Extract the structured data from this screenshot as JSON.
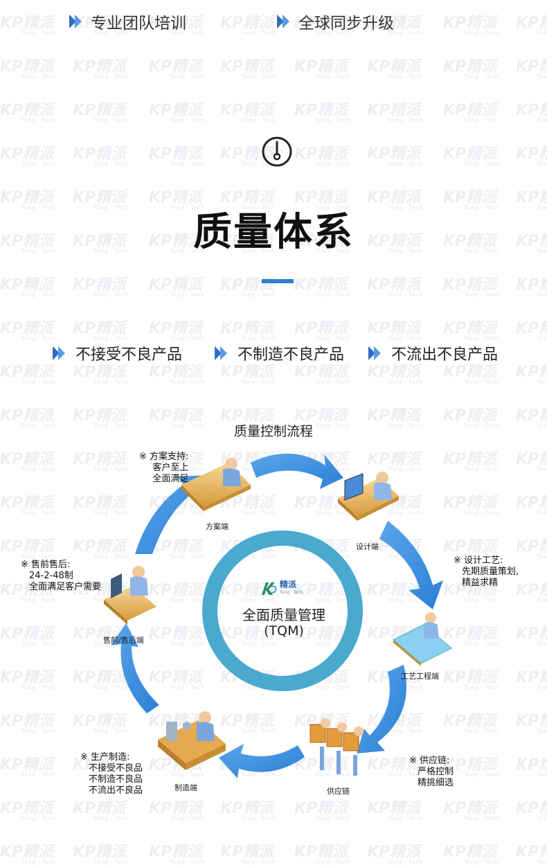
{
  "features_top": [
    {
      "label": "专业团队培训"
    },
    {
      "label": "全球同步升级"
    }
  ],
  "section": {
    "title": "质量体系"
  },
  "tags": [
    {
      "label": "不接受不良产品"
    },
    {
      "label": "不制造不良产品"
    },
    {
      "label": "不流出不良产品"
    }
  ],
  "flow": {
    "title": "质量控制流程",
    "center_main": "全面质量管理",
    "center_sub": "(TQM)",
    "brand_name": "精派",
    "brand_sub": "Tong · Tech",
    "nodes": {
      "plan": "方案端",
      "design": "设计端",
      "process": "工艺工程端",
      "supply": "供应链",
      "manufacturing": "制造端",
      "sales": "售前/售后端"
    },
    "notes": {
      "plan": [
        "※ 方案支持:",
        "客户至上",
        "全面满足"
      ],
      "design": [
        "※ 设计工艺:",
        "先期质量策划,",
        "精益求精"
      ],
      "supply": [
        "※ 供应链:",
        "严格控制",
        "精挑细选"
      ],
      "manufacturing": [
        "※ 生产制造:",
        "不接受不良品",
        "不制造不良品",
        "不流出不良品"
      ],
      "sales": [
        "※ 售前售后:",
        "24-2-48制",
        "全面满足客户需要"
      ]
    }
  },
  "watermark": {
    "text": "KP精派",
    "sub": "Tong · Tech"
  },
  "colors": {
    "accent": "#2e7dd0",
    "arrow": "#3a8ee0",
    "ring": "#4badd0",
    "chevron": "#2f6fc1"
  },
  "icons": {
    "feature_marker": "double-chevron-right-icon",
    "section_icon": "gauge-icon"
  }
}
